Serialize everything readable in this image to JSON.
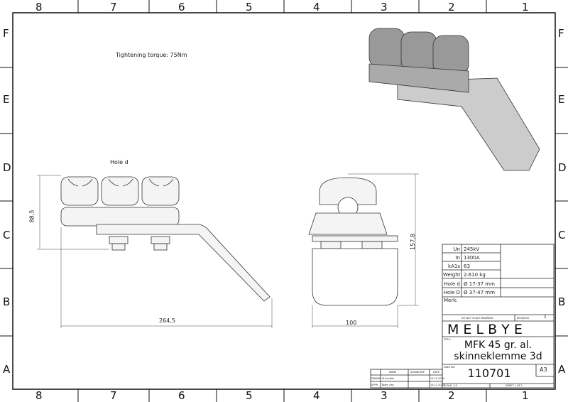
{
  "columns": [
    "8",
    "7",
    "6",
    "5",
    "4",
    "3",
    "2",
    "1"
  ],
  "rows": [
    "F",
    "E",
    "D",
    "C",
    "B",
    "A"
  ],
  "notes": {
    "torque": "Tightening torque: 75Nm",
    "hole_label": "Hole d"
  },
  "dimensions": {
    "height_side": "88,5",
    "width_side": "264,5",
    "height_front": "157,8",
    "width_front": "100"
  },
  "specs": [
    {
      "label": "Un",
      "value": "245kV"
    },
    {
      "label": "In",
      "value": "1300A"
    },
    {
      "label": "kA1s",
      "value": "63"
    },
    {
      "label": "Weight",
      "value": "2.610 kg"
    },
    {
      "label": "Hole d",
      "value": "Ø 17-37 mm"
    },
    {
      "label": "Hole D",
      "value": "Ø 37-47 mm"
    }
  ],
  "title_block": {
    "merk": "Merk:",
    "do_not_scale": "DO NOT SCALE DRAWING",
    "revision_label": "REVISION",
    "revision": "1",
    "company": "M E L B Y E",
    "title_label": "TITLE:",
    "title_line1": "MFK 45 gr. al.",
    "title_line2": "skinneklemme 3d",
    "dwg_label": "DWG NO.",
    "dwg_no": "110701",
    "size": "A3",
    "scale": "SCALE: 1:5",
    "sheet": "SHEET 1 OF 1",
    "headers": [
      "",
      "NAME",
      "SIGNATURE",
      "DATE"
    ],
    "drawn": [
      "DRAWN",
      "M.Sandler",
      "",
      "14.12.2020"
    ],
    "appr": [
      "APPR.",
      "Bjørn Aas",
      "",
      "14.12.2020"
    ]
  }
}
